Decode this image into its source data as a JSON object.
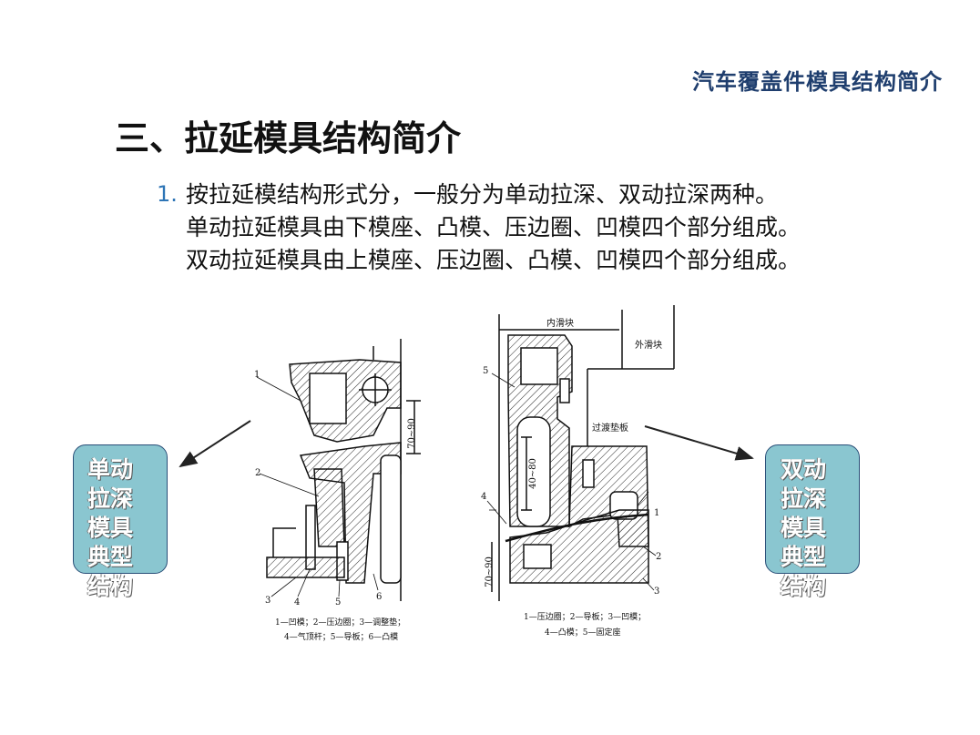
{
  "header": {
    "title": "汽车覆盖件模具结构简介"
  },
  "section": {
    "title": "三、拉延模具结构简介"
  },
  "point": {
    "number": "1.",
    "lines": [
      "按拉延模结构形式分，一般分为单动拉深、双动拉深两种。",
      "单动拉延模具由下模座、凸模、压边圈、凹模四个部分组成。",
      "双动拉延模具由上模座、压边圈、凸模、凹模四个部分组成。"
    ]
  },
  "left_box": {
    "text": "单动拉深模具典型结构"
  },
  "right_box": {
    "text": "双动拉深模具典型结构"
  },
  "left_drawing": {
    "dimension": "70~90",
    "labels": [
      "1",
      "2",
      "3",
      "4",
      "5",
      "6"
    ],
    "caption_line1": "1—凹模；2—压边圈；3—调整垫；",
    "caption_line2": "4—气顶杆；5—导板；6—凸模"
  },
  "right_drawing": {
    "label_inner_slider": "内滑块",
    "label_outer_slider": "外滑块",
    "label_transition_pad": "过渡垫板",
    "dimension_vertical": "40~80",
    "dimension_bottom": "70~90",
    "labels": [
      "1",
      "2",
      "3",
      "4",
      "5"
    ],
    "caption_line1": "1—压边圈；2—导板；3—凹模；",
    "caption_line2": "4—凸模；5—固定座"
  },
  "colors": {
    "header": "#1f3e6e",
    "box_fill": "#8ac6d0",
    "box_border": "#2a4f78",
    "number": "#2e75b6"
  }
}
